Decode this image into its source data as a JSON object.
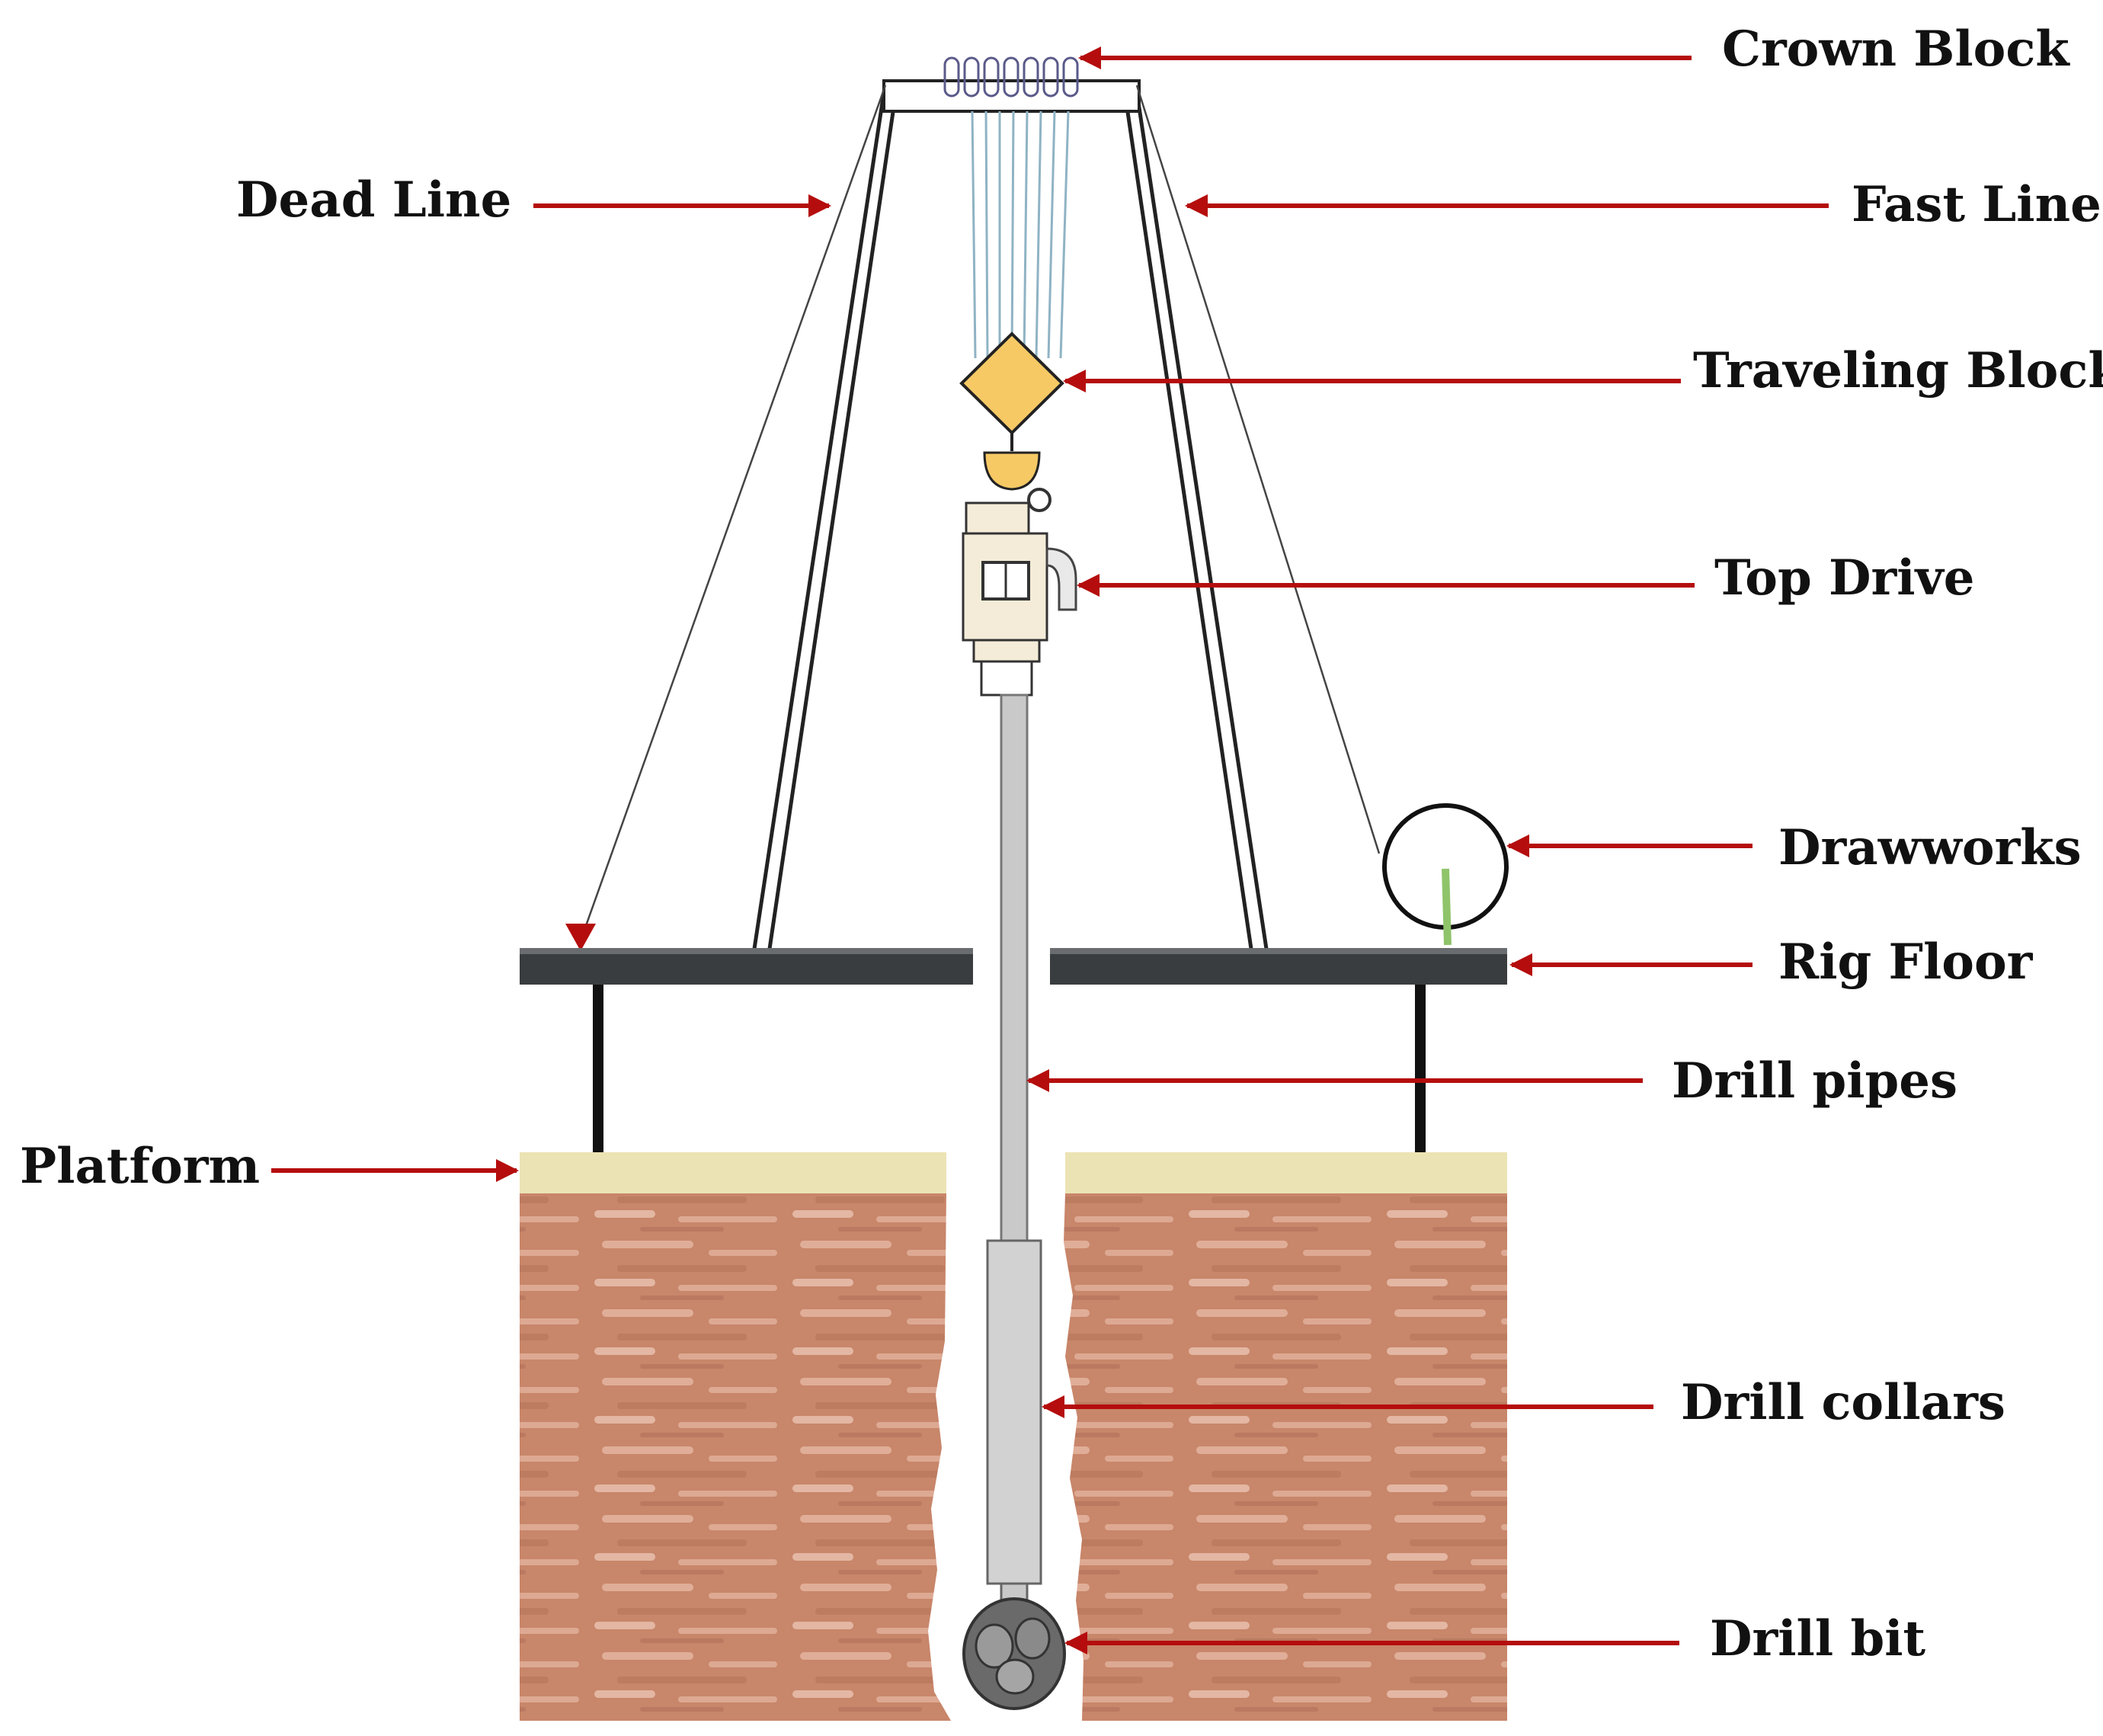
{
  "labels": {
    "crown_block": "Crown Block",
    "dead_line": "Dead Line",
    "fast_line": "Fast Line",
    "traveling_block": "Traveling Block",
    "top_drive": "Top Drive",
    "drawworks": "Drawworks",
    "rig_floor": "Rig Floor",
    "drill_pipes": "Drill pipes",
    "platform": "Platform",
    "drill_collars": "Drill collars",
    "drill_bit": "Drill bit"
  },
  "colors": {
    "arrow": "#b50d0d",
    "rock": "#c8866a",
    "rock_light": "#e6b8a4",
    "platform": "#ece3b4",
    "rig_floor": "#3a3d40",
    "traveling_block": "#f6c965",
    "pipe": "#c9c9c9",
    "line": "#222222"
  }
}
